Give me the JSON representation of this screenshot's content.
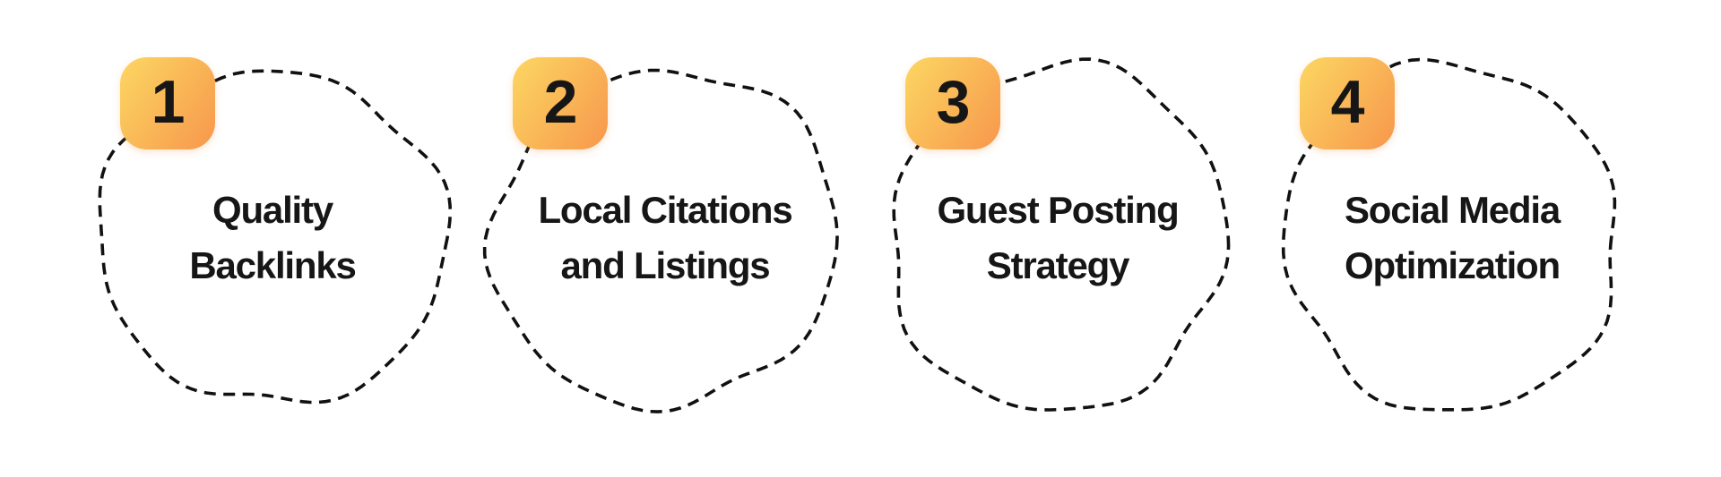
{
  "colors": {
    "background": "#ffffff",
    "badge_gradient_start": "#fcd762",
    "badge_gradient_end": "#f7974c",
    "outline_color": "#111111",
    "text_color": "#161616"
  },
  "items": [
    {
      "number": "1",
      "label": "Quality Backlinks",
      "lines": [
        "Quality",
        "Backlinks"
      ]
    },
    {
      "number": "2",
      "label": "Local Citations and Listings",
      "lines": [
        "Local Citations",
        "and Listings"
      ]
    },
    {
      "number": "3",
      "label": "Guest Posting Strategy",
      "lines": [
        "Guest Posting",
        "Strategy"
      ]
    },
    {
      "number": "4",
      "label": "Social Media Optimization",
      "lines": [
        "Social Media",
        "Optimization"
      ]
    }
  ]
}
